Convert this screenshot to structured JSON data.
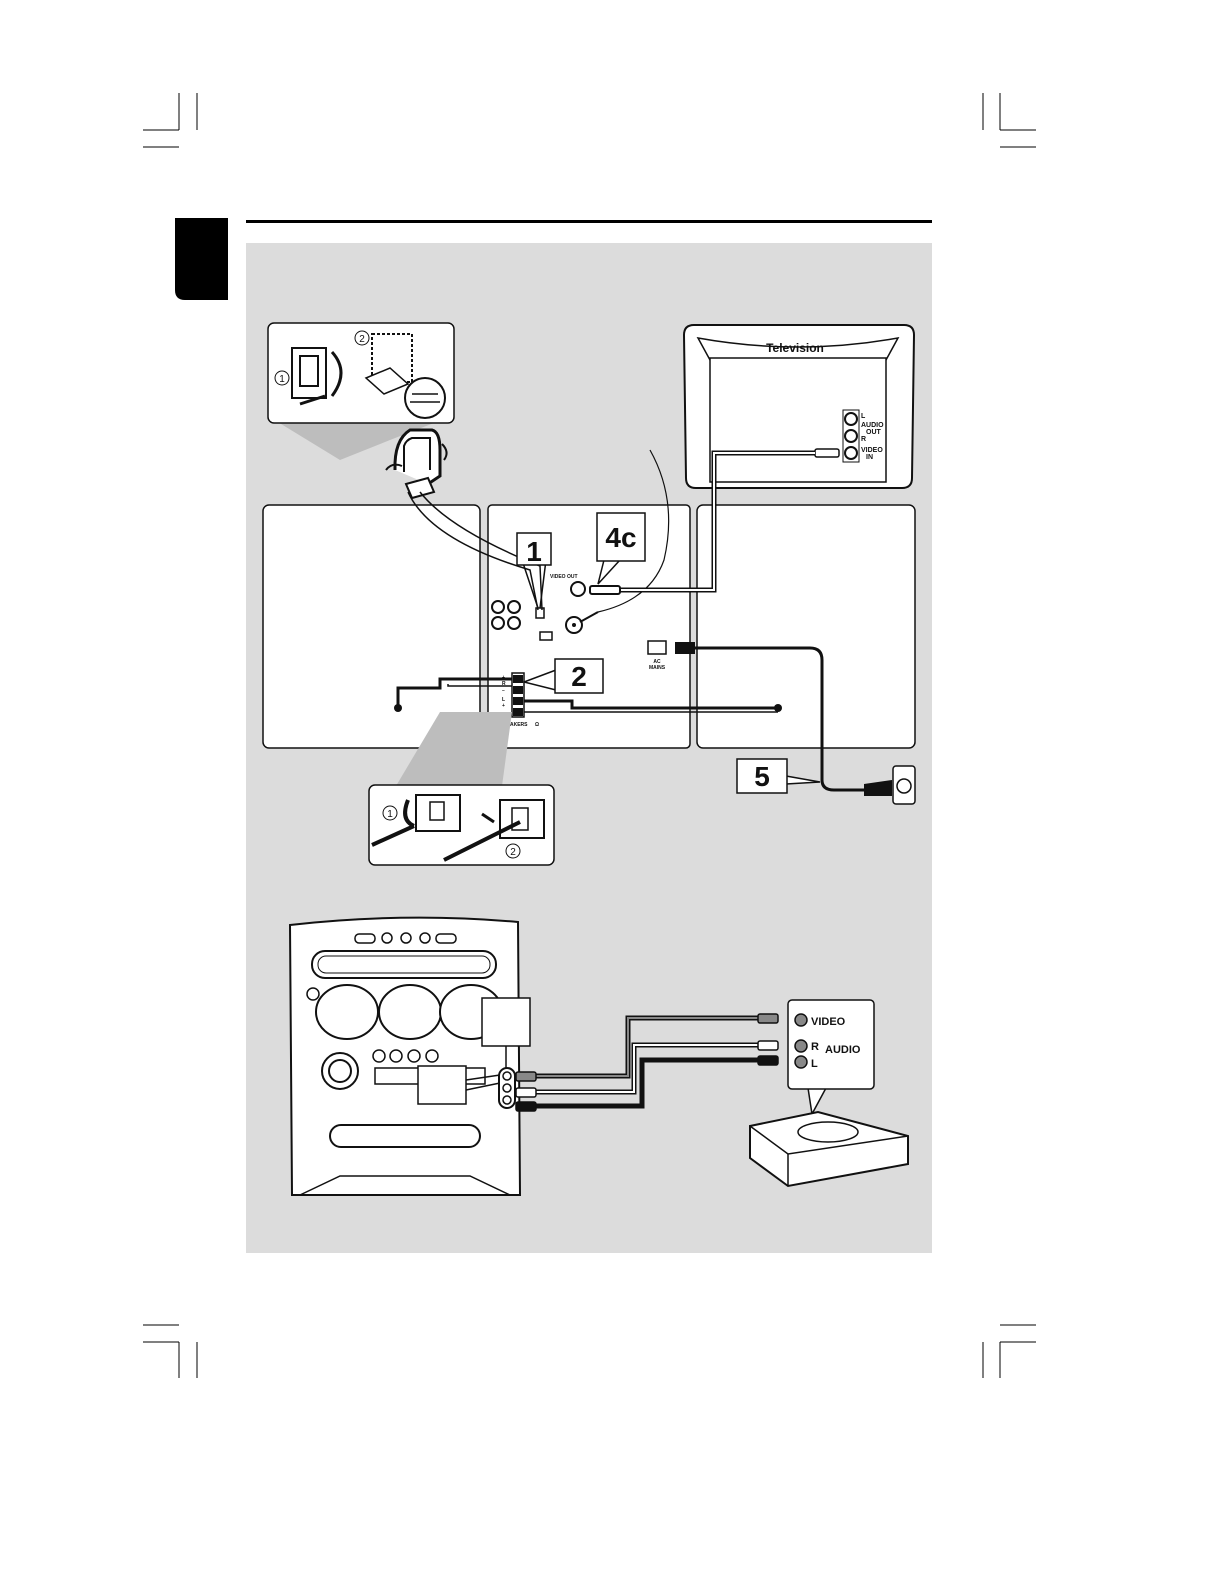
{
  "tv": {
    "title": "Television",
    "audio_out_l": "L",
    "audio_out_label": "AUDIO",
    "audio_out_label2": "OUT",
    "audio_out_r": "R",
    "video_in_label": "VIDEO",
    "video_in_label2": "IN"
  },
  "unit": {
    "video_out": "VIDEO OUT",
    "ac_mains": "AC",
    "ac_mains2": "MAINS",
    "speakers": "SPEAKERS",
    "ohm": "Ω",
    "terminal_marks": [
      "+",
      "R",
      "−",
      "L",
      "+",
      "−"
    ]
  },
  "callouts": {
    "step1": "1",
    "step2": "2",
    "step4c": "4c",
    "step5": "5",
    "circle1": "1",
    "circle2": "2"
  },
  "aux": {
    "video": "VIDEO",
    "r": "R",
    "audio": "AUDIO",
    "l": "L"
  },
  "colors": {
    "panel": "#dcdcdc",
    "line": "#111111",
    "tab": "#000000"
  }
}
